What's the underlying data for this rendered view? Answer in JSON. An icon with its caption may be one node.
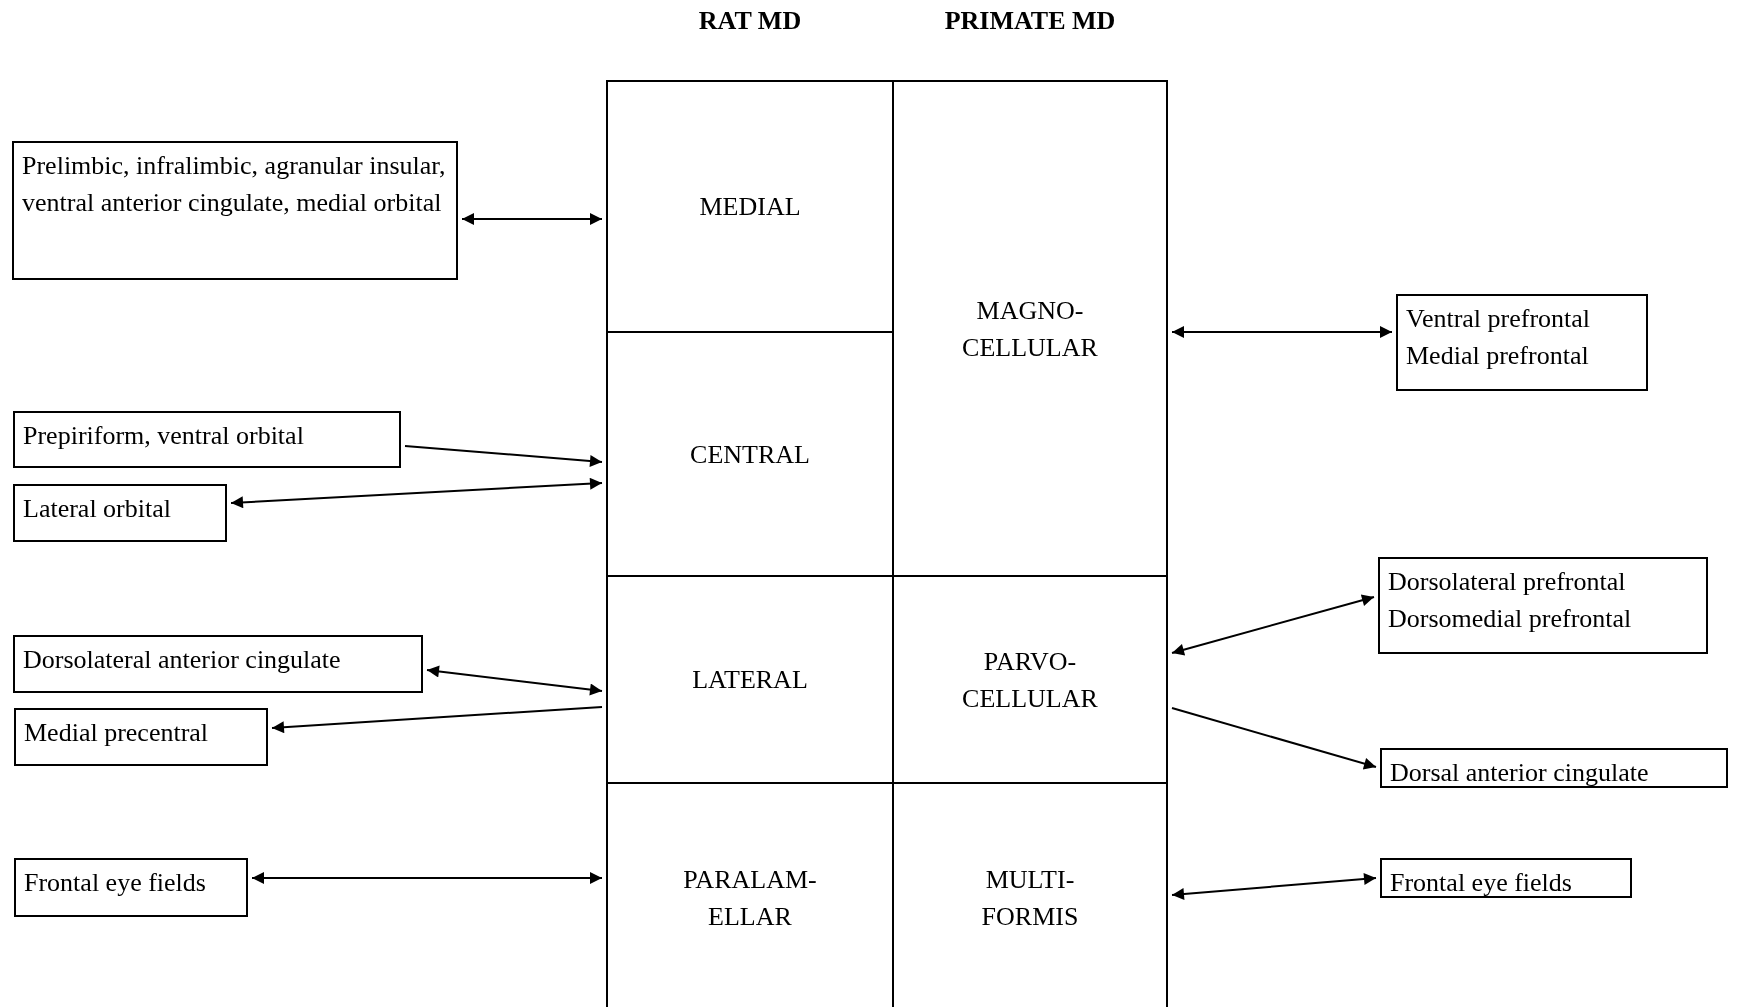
{
  "diagram": {
    "nodes": [
      {
        "text": [
          "Prelimbic, infralimbic, agranular insular, ventral anterior cingulate, medial orbital"
        ]
      },
      {
        "text": [
          "MEDIAL"
        ]
      },
      {
        "text": [
          "MAGNO- CELLULAR"
        ]
      },
      {
        "text": [
          "Ventral prefrontal Medial prefrontal"
        ]
      },
      {
        "text": [
          "Prepiriform, ventral orbital"
        ]
      },
      {
        "text": [
          "Lateral orbital"
        ]
      },
      {
        "text": [
          "CENTRAL"
        ]
      },
      {
        "text": [
          "Dorsolateral anterior cingulate"
        ]
      },
      {
        "text": [
          "Medial precentral"
        ]
      },
      {
        "text": [
          "LATERAL"
        ]
      },
      {
        "text": [
          "PARVO- CELLULAR"
        ]
      },
      {
        "text": [
          "Dorsolateral prefrontal Dorsomedial prefrontal"
        ]
      },
      {
        "text": [
          "Dorsal anterior cingulate"
        ]
      },
      {
        "text": [
          "Frontal eye fields"
        ]
      },
      {
        "text": [
          "PARALAM- ELLAR"
        ]
      },
      {
        "text": [
          "MULTI- FORMIS"
        ]
      },
      {
        "text": [
          "Frontal eye fields"
        ]
      }
    ],
    "edges": [
      {
        "from": 0,
        "to": 1,
        "arrow": "both"
      },
      {
        "from": 2,
        "to": 3,
        "arrow": "both"
      },
      {
        "from": 4,
        "to": 6,
        "arrow": "to"
      },
      {
        "from": 6,
        "to": 5,
        "arrow": "both"
      },
      {
        "from": 7,
        "to": 9,
        "arrow": "both"
      },
      {
        "from": 9,
        "to": 8,
        "arrow": "to"
      },
      {
        "from": 10,
        "to": 11,
        "arrow": "both"
      },
      {
        "from": 10,
        "to": 12,
        "arrow": "to"
      },
      {
        "from": 13,
        "to": 14,
        "arrow": "both"
      },
      {
        "from": 15,
        "to": 16,
        "arrow": "both"
      }
    ],
    "labels": [
      "RAT MD",
      "PRIMATE MD"
    ]
  }
}
